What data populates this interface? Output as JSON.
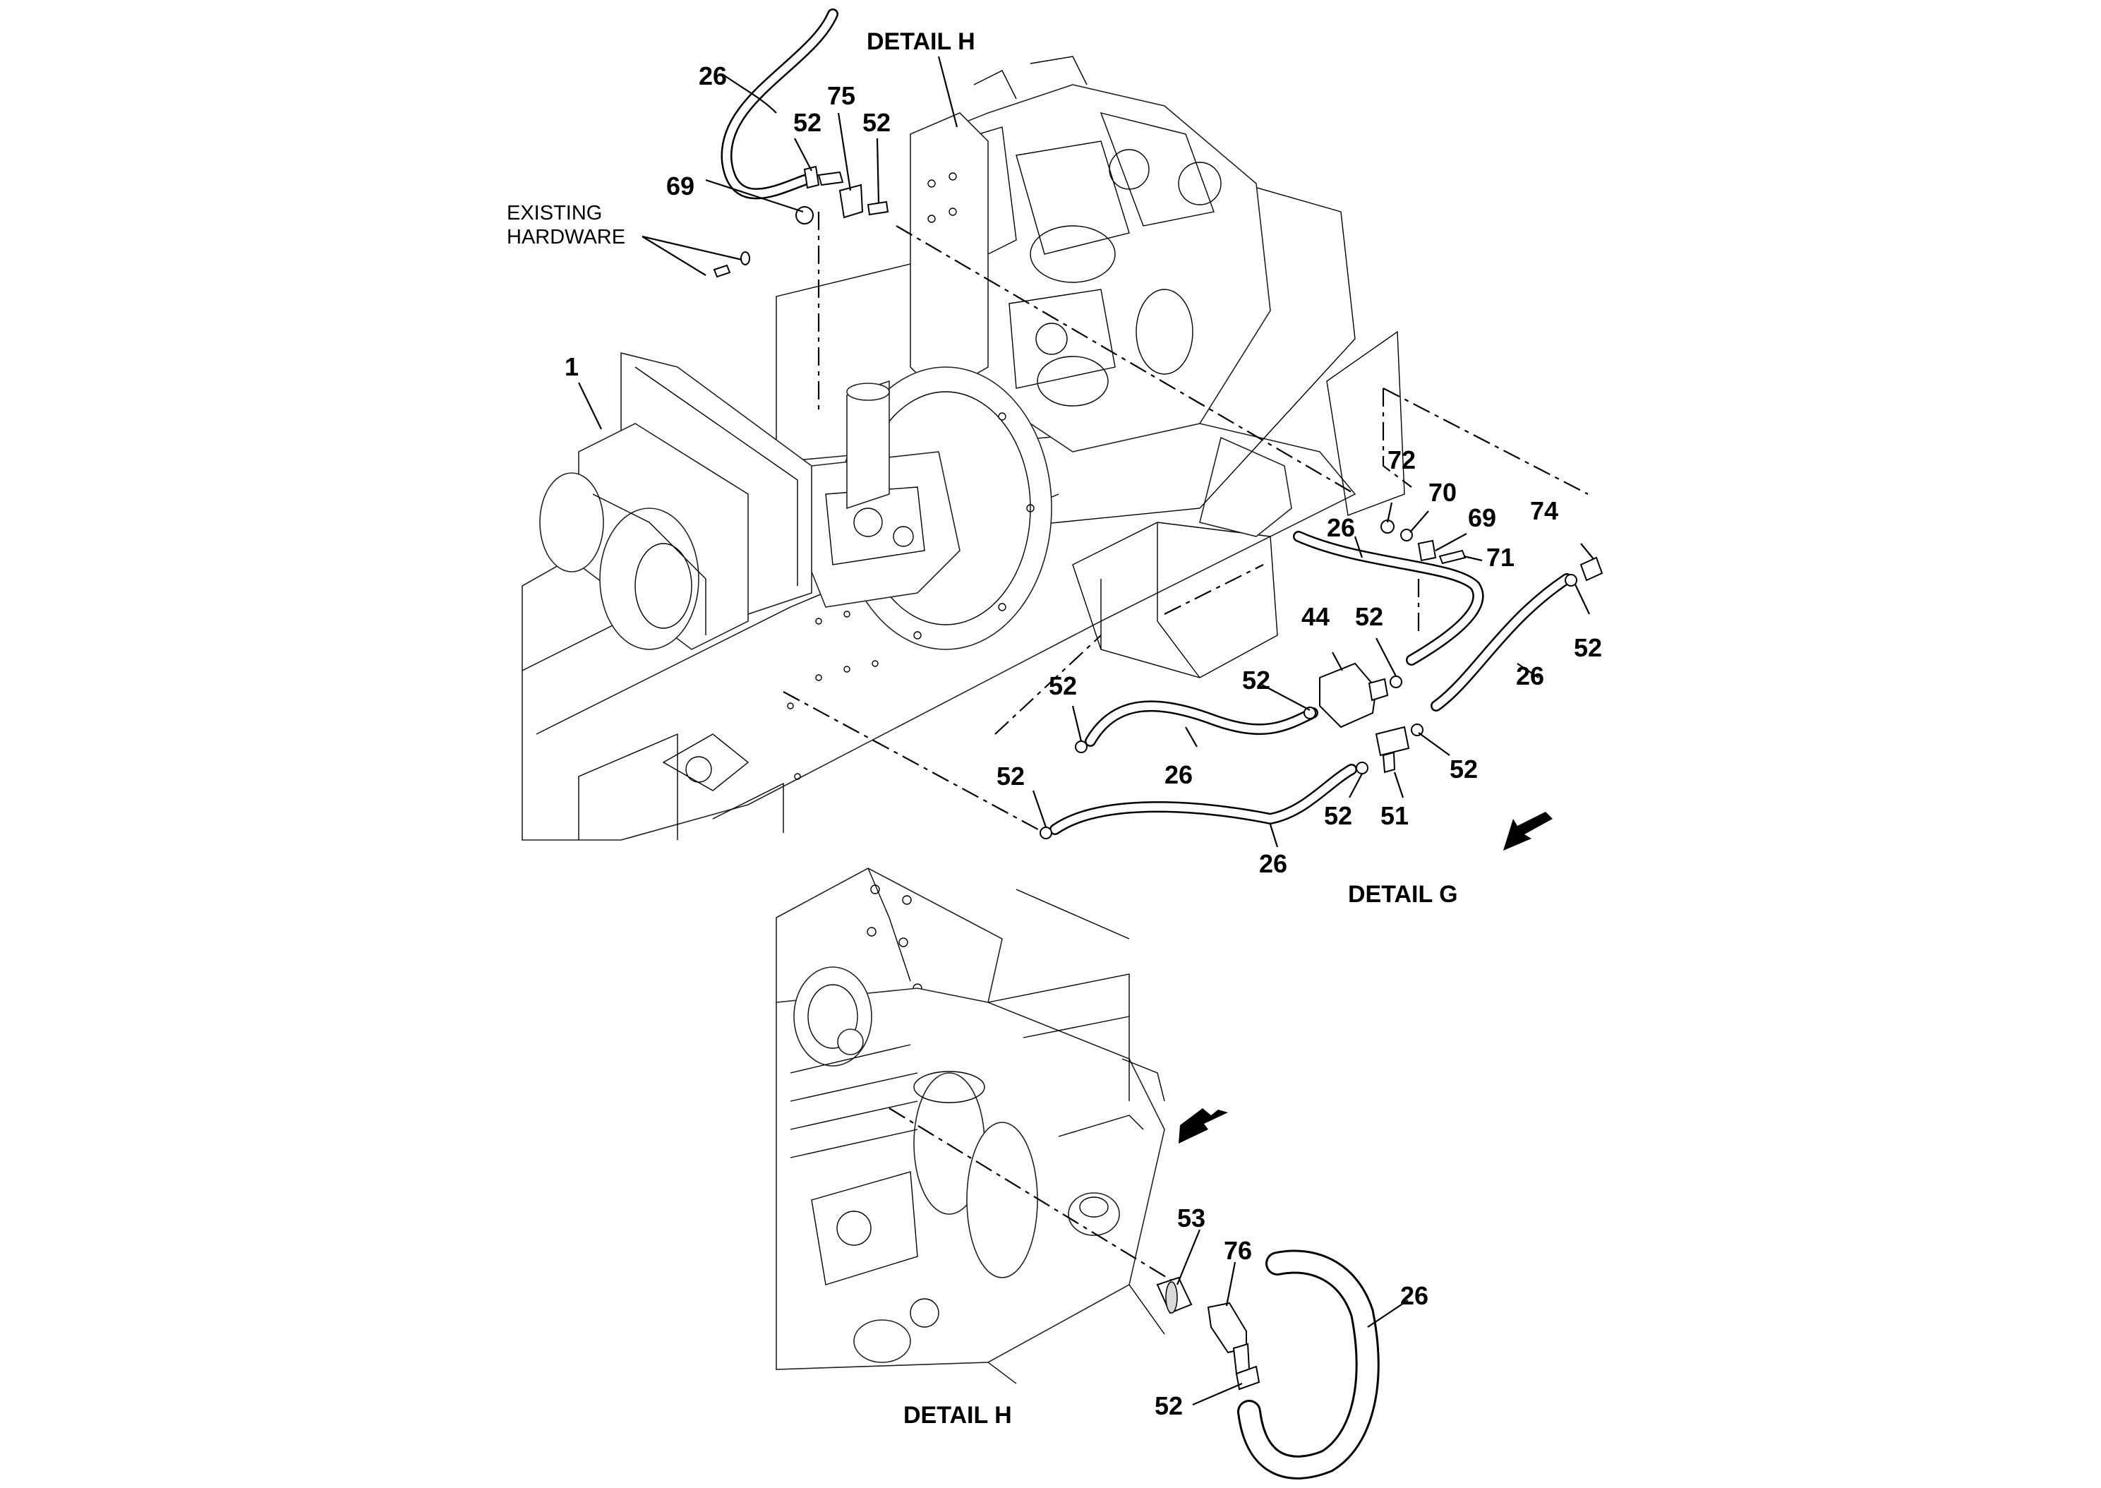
{
  "details": {
    "detail_g_title": "DETAIL G",
    "detail_h_pointer": "DETAIL H",
    "detail_h_title": "DETAIL H"
  },
  "existing_hardware": {
    "line1": "EXISTING",
    "line2": "HARDWARE"
  },
  "callouts": {
    "c26_top": "26",
    "c52_a": "52",
    "c75": "75",
    "c52_b": "52",
    "c69_top": "69",
    "c1": "1",
    "c72": "72",
    "c70": "70",
    "c69_right": "69",
    "c71": "71",
    "c74": "74",
    "c26_mid": "26",
    "c52_right": "52",
    "c44": "44",
    "c52_c": "52",
    "c26_right": "26",
    "c52_d": "52",
    "c52_e": "52",
    "c26_lower": "26",
    "c52_f": "52",
    "c52_g": "52",
    "c52_h": "52",
    "c51": "51",
    "c26_bottom": "26",
    "c53": "53",
    "c76": "76",
    "c26_detail_h": "26",
    "c52_detail_h": "52"
  }
}
